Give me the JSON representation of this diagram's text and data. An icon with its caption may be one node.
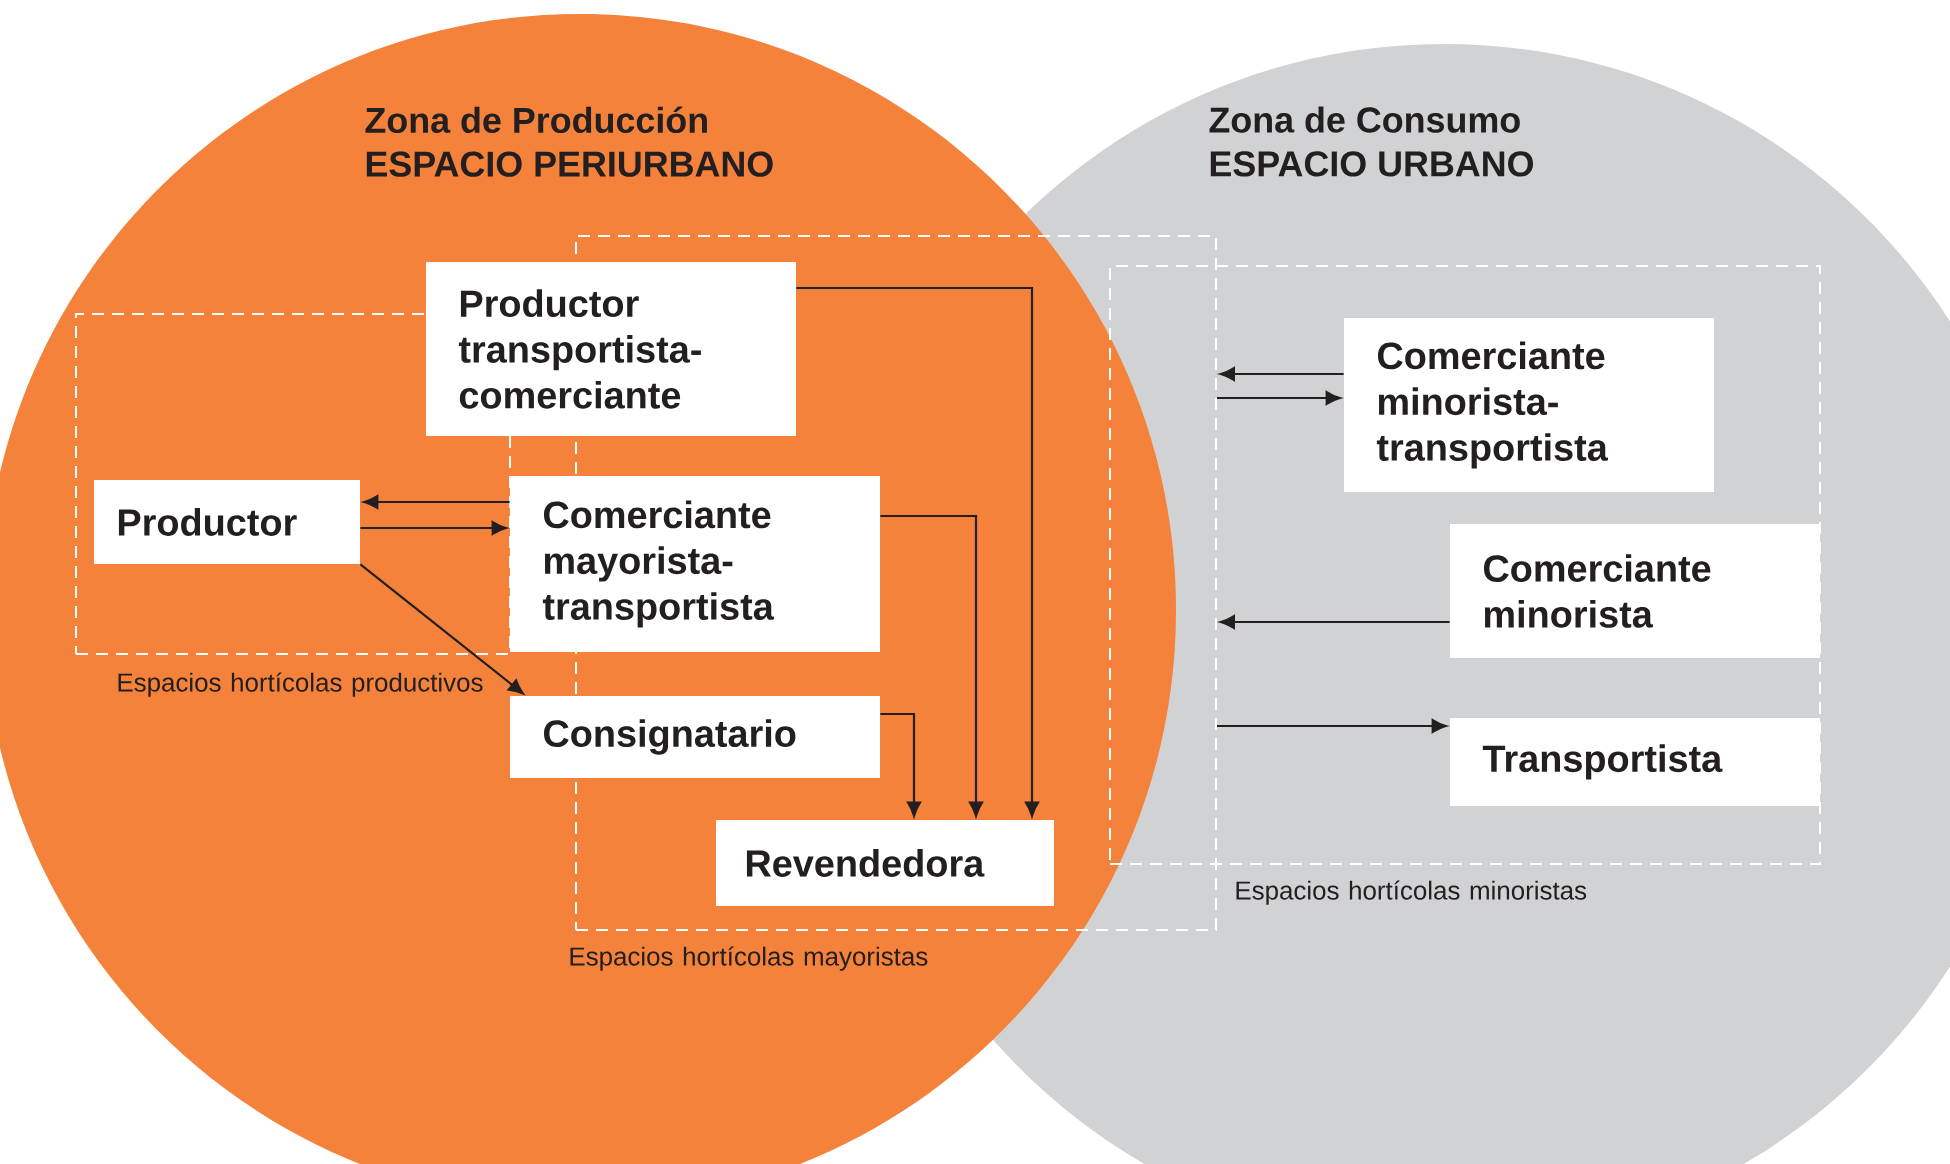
{
  "diagram": {
    "nodes": [
      {
        "text": [
          "Zona de Producción",
          "ESPACIO PERIURBANO"
        ]
      },
      {
        "text": [
          "Zona de Consumo",
          "ESPACIO URBANO"
        ]
      },
      {
        "text": [
          "Espacios hortícolas productivos"
        ],
        "in": 0
      },
      {
        "text": [],
        "shape": "box"
      },
      {
        "text": [
          "Espacios hortícolas minoristas"
        ],
        "in": 1
      },
      {
        "text": [
          "Productor transportista-comerciante"
        ],
        "in": 0
      },
      {
        "text": [
          "Productor"
        ],
        "in": 2
      },
      {
        "text": [
          "Comerciante mayorista-transportista"
        ],
        "in": 0
      },
      {
        "text": [
          "Consignatario"
        ],
        "in": 0
      },
      {
        "text": [
          "Revendedora"
        ],
        "in": 3
      },
      {
        "text": [
          "Comerciante minorista-transportista"
        ],
        "in": 4
      },
      {
        "text": [
          "Comerciante minorista"
        ],
        "in": 4
      },
      {
        "text": [
          "Transportista"
        ],
        "in": 4
      }
    ],
    "edges": [
      {
        "from": 7,
        "to": 6,
        "arrow": "to"
      },
      {
        "from": 6,
        "to": 7,
        "arrow": "to"
      },
      {
        "from": 6,
        "to": 8,
        "arrow": "to"
      },
      {
        "from": 8,
        "to": 9,
        "arrow": "to"
      },
      {
        "from": 7,
        "to": 9,
        "arrow": "to"
      },
      {
        "from": 5,
        "to": 9,
        "arrow": "to"
      },
      {
        "from": 10,
        "to": 3,
        "arrow": "to"
      },
      {
        "from": 3,
        "to": 10,
        "arrow": "to"
      },
      {
        "from": 11,
        "to": 3,
        "arrow": "to"
      },
      {
        "from": 3,
        "to": 12,
        "arrow": "to"
      }
    ],
    "labels": [
      "Espacios hortícolas mayoristas"
    ]
  }
}
